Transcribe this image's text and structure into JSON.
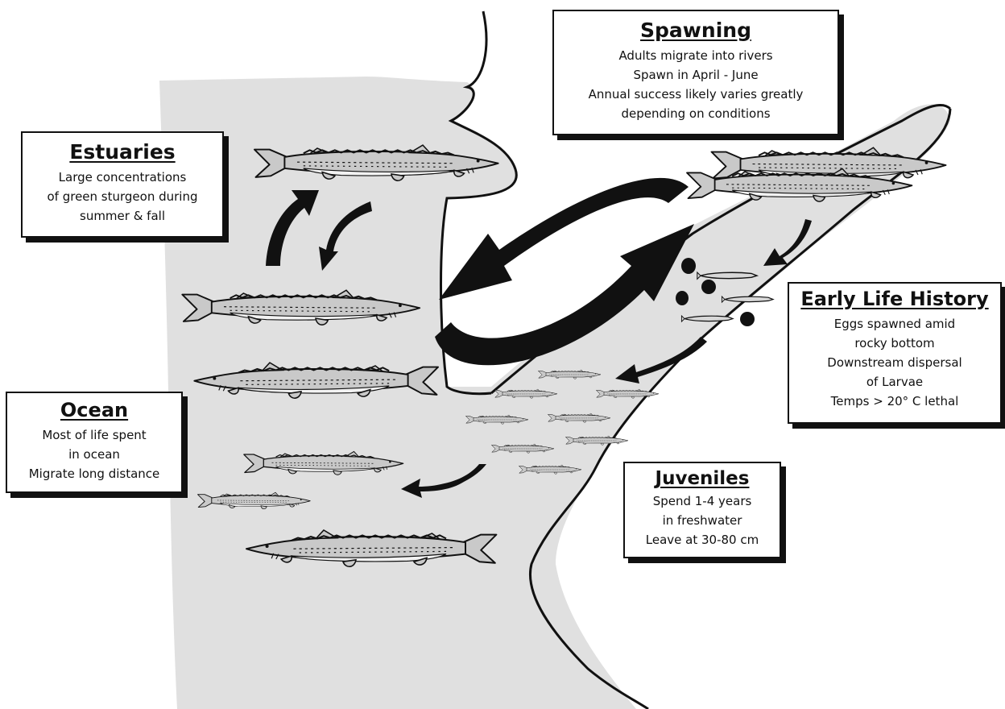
{
  "boxes": {
    "spawning": {
      "title": "Spawning",
      "lines": [
        "Adults migrate into rivers",
        "Spawn in April - June",
        "Annual success likely varies greatly",
        "depending on conditions"
      ]
    },
    "estuaries": {
      "title": "Estuaries",
      "lines": [
        "Large concentrations",
        "of green sturgeon during",
        "summer & fall"
      ]
    },
    "ocean": {
      "title": "Ocean",
      "lines": [
        "Most of life spent",
        "in ocean",
        "Migrate long distance"
      ]
    },
    "early_life": {
      "title": "Early Life History",
      "lines": [
        "Eggs spawned amid",
        "rocky bottom",
        "Downstream dispersal",
        "of Larvae",
        "Temps > 20° C lethal"
      ]
    },
    "juveniles": {
      "title": "Juveniles",
      "lines": [
        "Spend 1-4 years",
        "in freshwater",
        "Leave at 30-80 cm"
      ]
    }
  },
  "colors": {
    "water": "#e0e0e0",
    "ink": "#111111",
    "fish_body": "#c9c9c9",
    "fish_belly": "#f2f2f2"
  },
  "icons": [
    "sturgeon-icon",
    "egg-icon",
    "larva-icon",
    "migration-arrow-icon"
  ]
}
